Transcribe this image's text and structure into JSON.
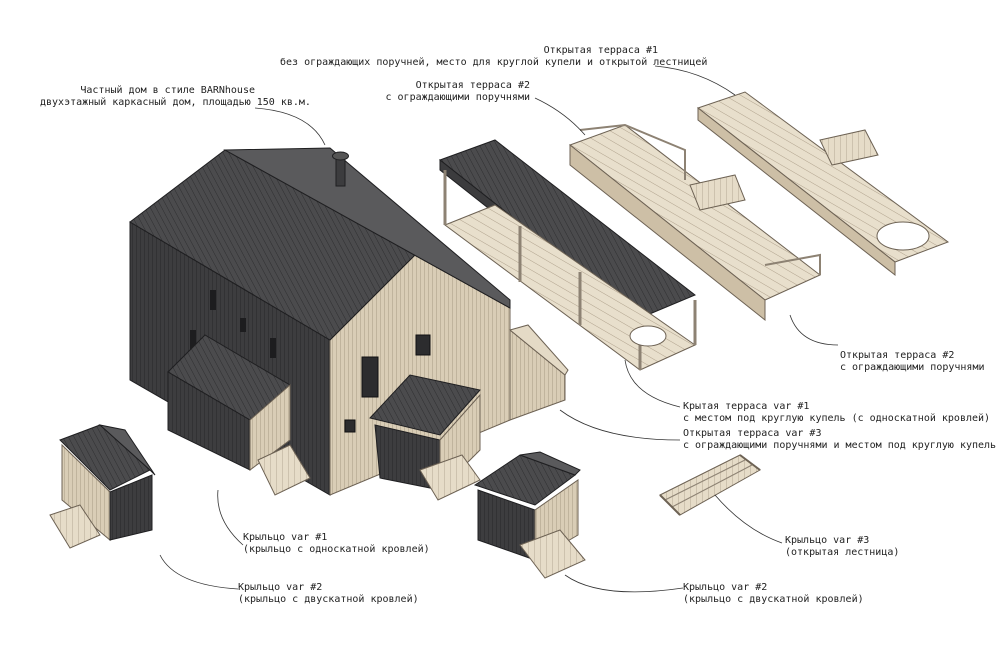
{
  "labels": {
    "house": {
      "title": "Частный дом в стиле BARNhouse",
      "sub": "двухэтажный каркасный дом, площадью 150 кв.м."
    },
    "terrace1_top": {
      "title": "Открытая терраса #1",
      "sub": "без ограждающих поручней, место для круглой купели и открытой лестницей"
    },
    "terrace2_top": {
      "title": "Открытая терраса #2",
      "sub": "с ограждающими поручнями"
    },
    "terrace2_right": {
      "title": "Открытая терраса #2",
      "sub": "с ограждающими поручнями"
    },
    "covered1": {
      "title": "Крытая терраса var #1",
      "sub": "с местом под круглую купель (с односкатной кровлей)"
    },
    "open3": {
      "title": "Открытая терраса var #3",
      "sub": "с ограждающими поручнями и местом под круглую купель"
    },
    "porch1": {
      "title": "Крыльцо var #1",
      "sub": "(крыльцо с односкатной кровлей)"
    },
    "stairs3": {
      "title": "Крыльцо var #3",
      "sub": "(открытая лестница)"
    },
    "porch2_left": {
      "title": "Крыльцо var #2",
      "sub": "(крыльцо с двускатной кровлей)"
    },
    "porch2_right": {
      "title": "Крыльцо var #2",
      "sub": "(крыльцо с двускатной кровлей)"
    }
  },
  "colors": {
    "roof": "#4a4a4c",
    "wall_dark": "#3a3a3c",
    "wood": "#e4dac6",
    "wood_line": "#8d8273",
    "leader": "#333333"
  }
}
